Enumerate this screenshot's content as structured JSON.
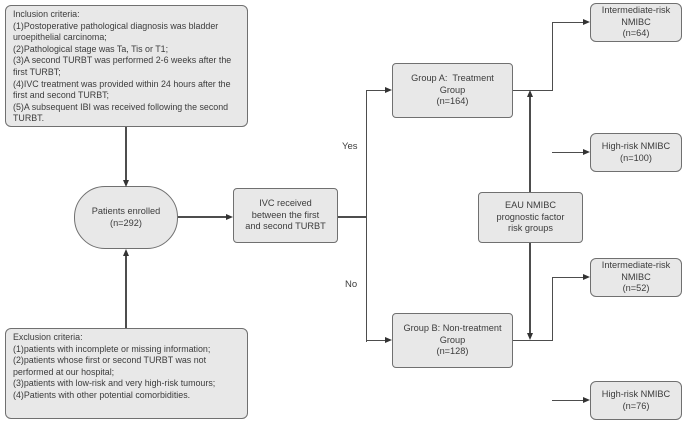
{
  "colors": {
    "box_fill": "#e8e8e8",
    "box_border": "#707070",
    "line": "#4d4d4d",
    "arrow": "#333333",
    "text": "#3c3c3c"
  },
  "nodes": {
    "inclusion_criteria": {
      "text": "Inclusion criteria:\n(1)Postoperative pathological diagnosis was bladder uroepithelial carcinoma;\n(2)Pathological stage was Ta, Tis or T1;\n(3)A second TURBT was performed 2-6 weeks after the first TURBT;\n(4)IVC treatment was provided within 24 hours after the first and second TURBT;\n(5)A subsequent IBI was received following the second TURBT."
    },
    "exclusion_criteria": {
      "text": "Exclusion criteria:\n(1)patients with incomplete or missing information;\n(2)patients whose first or second TURBT was not performed at our hospital;\n(3)patients with low-risk and very high-risk tumours;\n(4)Patients with other potential comorbidities."
    },
    "patients_enrolled": {
      "text": "Patients enrolled\n(n=292)"
    },
    "ivc_received": {
      "text": "IVC received\nbetween the first\nand second TURBT"
    },
    "group_a": {
      "text": "Group A:  Treatment\nGroup\n(n=164)"
    },
    "group_b": {
      "text": "Group B: Non-treatment\nGroup\n(n=128)"
    },
    "eau_risk_groups": {
      "text": "EAU NMIBC\nprognostic factor\nrisk groups"
    },
    "intermediate_risk_group_a": {
      "text": "Intermediate-risk\nNMIBC\n(n=64)"
    },
    "high_risk_group_a": {
      "text": "High-risk NMIBC\n(n=100)"
    },
    "intermediate_risk_group_b": {
      "text": "Intermediate-risk\nNMIBC\n(n=52)"
    },
    "high_risk_group_b": {
      "text": "High-risk NMIBC\n(n=76)"
    }
  },
  "edge_labels": {
    "yes": "Yes",
    "no": "No"
  }
}
